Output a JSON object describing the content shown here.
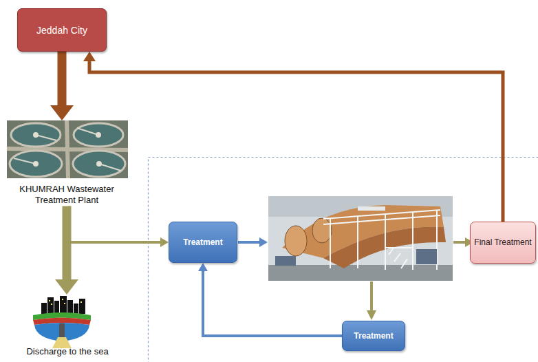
{
  "diagram": {
    "nodes": [
      {
        "text": [
          "Jeddah City"
        ]
      },
      {
        "text": [
          "KHUMRAH Wastewater Treatment Plant"
        ]
      },
      {
        "text": [
          "Treatment"
        ]
      },
      {
        "text": [
          "Final Treatment"
        ]
      },
      {
        "text": [
          "Treatment"
        ]
      },
      {
        "text": [
          "Discharge to the sea"
        ]
      }
    ],
    "edges": [
      {
        "from": 0,
        "to": 1,
        "arrow": "to"
      },
      {
        "from": 1,
        "to": 5,
        "arrow": "to"
      },
      {
        "from": 1,
        "to": 2,
        "arrow": "to"
      },
      {
        "from": 4,
        "to": 2,
        "arrow": "to"
      },
      {
        "from": 3,
        "to": 0,
        "arrow": "to"
      }
    ]
  }
}
